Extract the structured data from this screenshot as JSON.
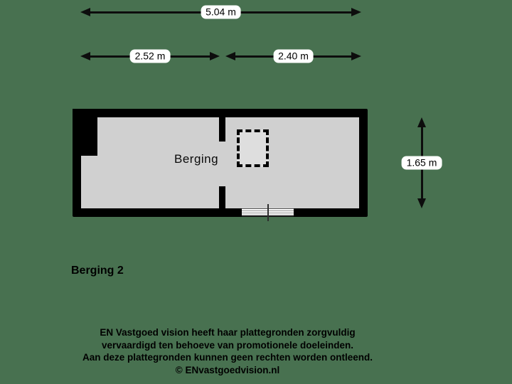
{
  "colors": {
    "background": "#487150",
    "wall": "#000000",
    "floor": "#d0d0d0",
    "ink": "#0d0d0d",
    "pill": "#ffffff"
  },
  "dimensions": {
    "total_width": "5.04 m",
    "left_width": "2.52 m",
    "right_width": "2.40 m",
    "height": "1.65 m"
  },
  "plan": {
    "room_label": "Berging"
  },
  "title": "Berging 2",
  "footer": {
    "lines": [
      "EN Vastgoed vision heeft haar plattegronden zorgvuldig",
      "vervaardigd ten behoeve van promotionele doeleinden.",
      "Aan deze plattegronden kunnen geen rechten worden ontleend.",
      "© ENvastgoedvision.nl"
    ]
  }
}
